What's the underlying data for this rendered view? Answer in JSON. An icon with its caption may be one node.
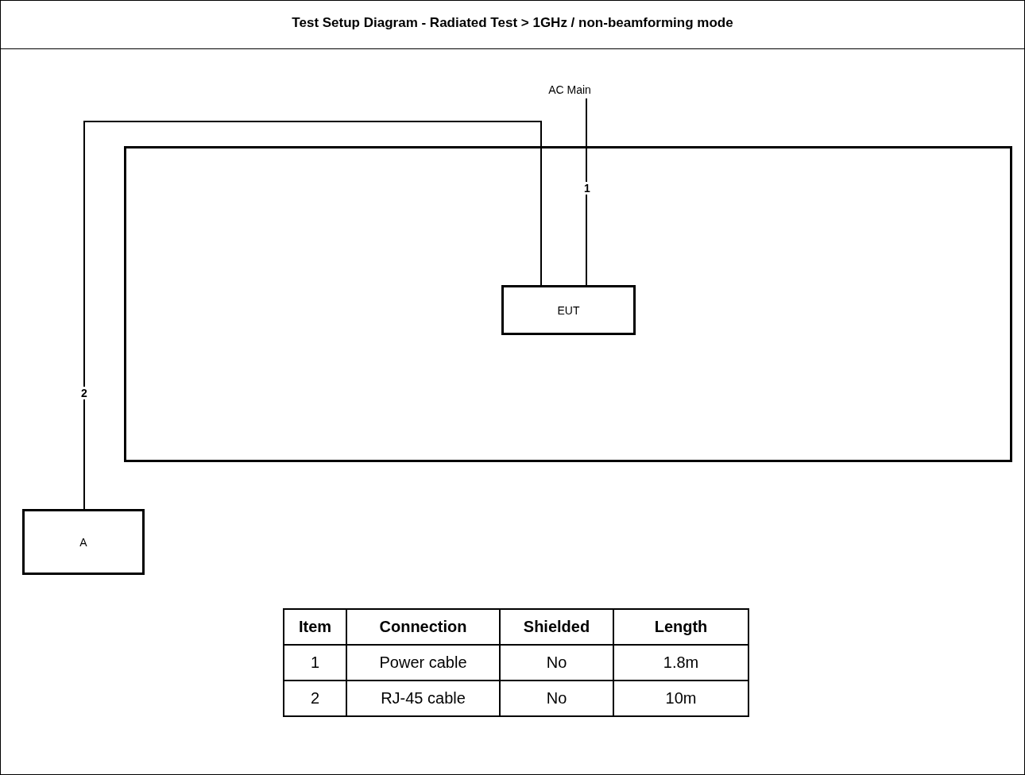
{
  "diagram": {
    "title": "Test Setup Diagram - Radiated Test > 1GHz / non-beamforming mode",
    "nodes": [
      {
        "text": [
          "AC Main"
        ]
      },
      {
        "text": [],
        "shape": "box"
      },
      {
        "text": [
          "EUT"
        ],
        "in": 1
      },
      {
        "text": [
          "A"
        ]
      }
    ],
    "edges": [
      {
        "from": 0,
        "to": 2,
        "arrow": "none",
        "label": "1"
      },
      {
        "from": 3,
        "to": 2,
        "arrow": "none",
        "label": "2"
      }
    ],
    "labels": [
      "Item",
      "Connection",
      "Shielded",
      "Length",
      "1",
      "Power cable",
      "No",
      "1.8m",
      "2",
      "RJ-45 cable",
      "No",
      "10m"
    ]
  }
}
